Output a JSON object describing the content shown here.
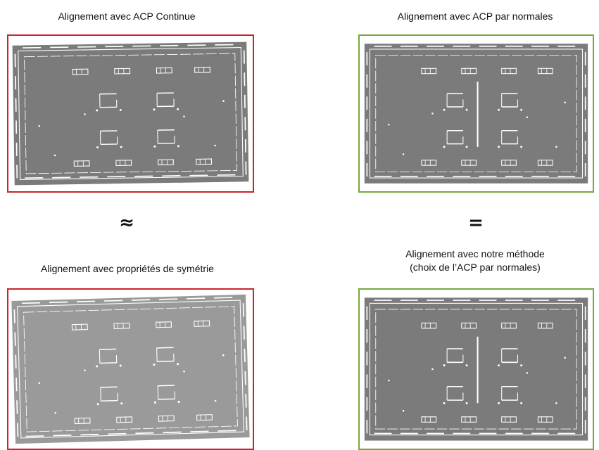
{
  "colors": {
    "fail_frame": "#c9252b",
    "ok_frame": "#74a93a",
    "plate": "#7b7b7b",
    "plate_light": "#9a9a9a",
    "detail": "#ffffff"
  },
  "panels": {
    "top_left": {
      "caption": "Alignement avec ACP Continue",
      "frame": "fail_frame"
    },
    "top_right": {
      "caption": "Alignement avec ACP par normales",
      "frame": "ok_frame"
    },
    "bottom_left": {
      "caption": "Alignement avec propriétés de symétrie",
      "frame": "fail_frame"
    },
    "bottom_right": {
      "caption": "Alignement avec notre méthode\n(choix de l’ACP par normales)",
      "frame": "ok_frame"
    }
  },
  "relations": {
    "left": "≈",
    "right": "="
  }
}
